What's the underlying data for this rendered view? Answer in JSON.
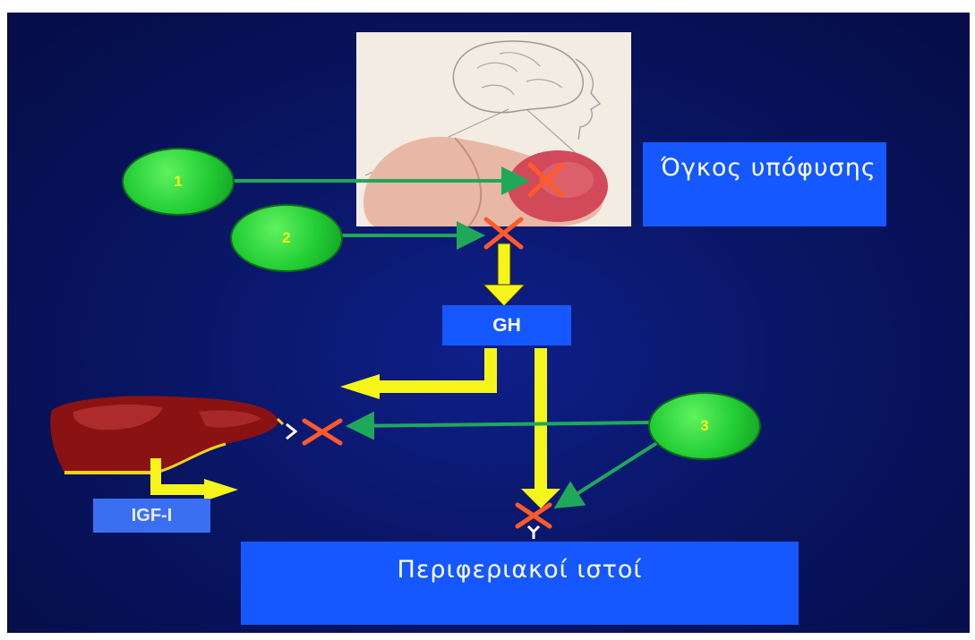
{
  "labels": {
    "tumor": "Όγκος υπόφυσης",
    "gh": "GH",
    "igf": "IGF-I",
    "tissues": "Περιφεριακοί ιστοί"
  },
  "steps": [
    "1",
    "2",
    "3"
  ],
  "colors": {
    "background": "#0a1666",
    "label_box": "#1558ff",
    "circle": "#22cc33",
    "circle_text": "#f7f21a",
    "arrow_yellow": "#f5f51a",
    "arrow_green": "#1fa85a",
    "x_mark": "#ff5a2a",
    "liver": "#8a1212"
  },
  "icons": {
    "pituitary": "brain-pituitary-illustration",
    "liver": "liver-illustration",
    "block": "x-mark-icon",
    "receptor": "receptor-icon"
  }
}
